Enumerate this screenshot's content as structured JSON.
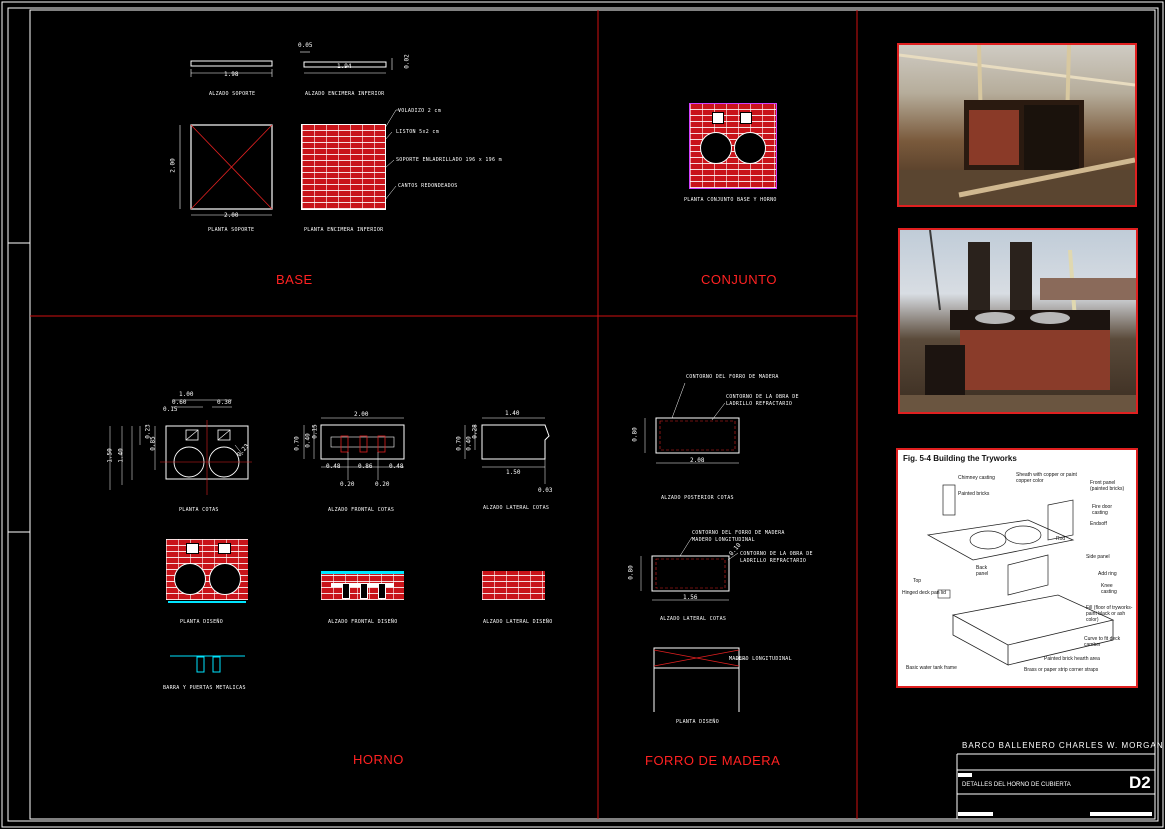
{
  "sections": {
    "base": "BASE",
    "conjunto": "CONJUNTO",
    "horno": "HORNO",
    "forro": "FORRO DE MADERA"
  },
  "base": {
    "alzado_soporte": "ALZADO SOPORTE",
    "alzado_soporte_dim": "1.98",
    "alzado_encimera": "ALZADO ENCIMERA INFERIOR",
    "alzado_encimera_dim": "1.94",
    "alzado_encimera_dim_top": "0.05",
    "alzado_encimera_dim_side": "0.02",
    "planta_soporte": "PLANTA SOPORTE",
    "planta_soporte_w": "2.00",
    "planta_soporte_h": "2.00",
    "planta_encimera": "PLANTA ENCIMERA INFERIOR",
    "note1": "VOLADIZO 2 cm",
    "note2": "LISTON 5x2 cm",
    "note3": "SOPORTE ENLADRILLADO 196 x 196 m",
    "note4": "CANTOS REDONDEADOS"
  },
  "conjunto": {
    "caption": "PLANTA CONJUNTO BASE Y HORNO"
  },
  "horno": {
    "planta_cotas": "PLANTA COTAS",
    "alzado_frontal_cotas": "ALZADO FRONTAL COTAS",
    "alzado_lateral_cotas": "ALZADO LATERAL COTAS",
    "planta_diseno": "PLANTA DISEÑO",
    "alzado_frontal_diseno": "ALZADO FRONTAL DISEÑO",
    "alzado_lateral_diseno": "ALZADO LATERAL DISEÑO",
    "barra": "BARRA Y PUERTAS METALICAS",
    "pc_dims": [
      "1.00",
      "0.60",
      "0.30",
      "0.15",
      "0.23",
      "0.85",
      "1.50",
      "1.40",
      "0.23"
    ],
    "af_dims": [
      "2.00",
      "0.70",
      "0.40",
      "0.15",
      "0.48",
      "0.86",
      "0.48",
      "0.20",
      "0.20"
    ],
    "al_dims": [
      "1.40",
      "0.70",
      "0.40",
      "0.28",
      "1.50",
      "0.03"
    ]
  },
  "forro": {
    "alzado_posterior": "ALZADO POSTERIOR COTAS",
    "alzado_lateral": "ALZADO LATERAL COTAS",
    "planta_diseno": "PLANTA DISEÑO",
    "ap_h": "0.80",
    "ap_w": "2.08",
    "al_h": "0.80",
    "al_w": "1.56",
    "al_small": "0.10",
    "n_contorno_forro": "CONTORNO DEL FORRO DE MADERA",
    "n_contorno_obra": "CONTORNO DE LA OBRA DE LADRILLO REFRACTARIO",
    "n_contorno_forro2": "CONTORNO DEL FORRO DE MADERA",
    "n_madero": "MADERO LONGITUDINAL",
    "n_contorno_obra2": "CONTORNO DE LA OBRA DE LADRILLO REFRACTARIO",
    "n_madero2": "MADERO LONGITUDINAL"
  },
  "figure": {
    "title": "Fig. 5-4 Building the Tryworks",
    "labels": [
      "Chimney casting",
      "Painted bricks",
      "Sheath with copper or paint copper color",
      "Front panel (painted bricks)",
      "Fire door casting",
      "Endsoff",
      "Rod",
      "Side panel",
      "Back panel",
      "Top",
      "Add ring",
      "Knee casting",
      "Hinged deck pan lid",
      "Fill (floor of tryworks-paint black or ash color)",
      "Curve to fit deck camber",
      "Painted brick hearth area",
      "Basic water tank frame",
      "Brass or paper strip corner straps"
    ]
  },
  "titleblock": {
    "project": "BARCO BALLENERO CHARLES W. MORGAN",
    "sheet_title": "DETALLES DEL HORNO DE CUBIERTA",
    "sheet_no": "D2"
  },
  "colors": {
    "frame": "#ffffff",
    "divider": "#d01010",
    "section_text": "#ff2222",
    "brick": "#c8141a",
    "cyan": "#00e5ff"
  }
}
